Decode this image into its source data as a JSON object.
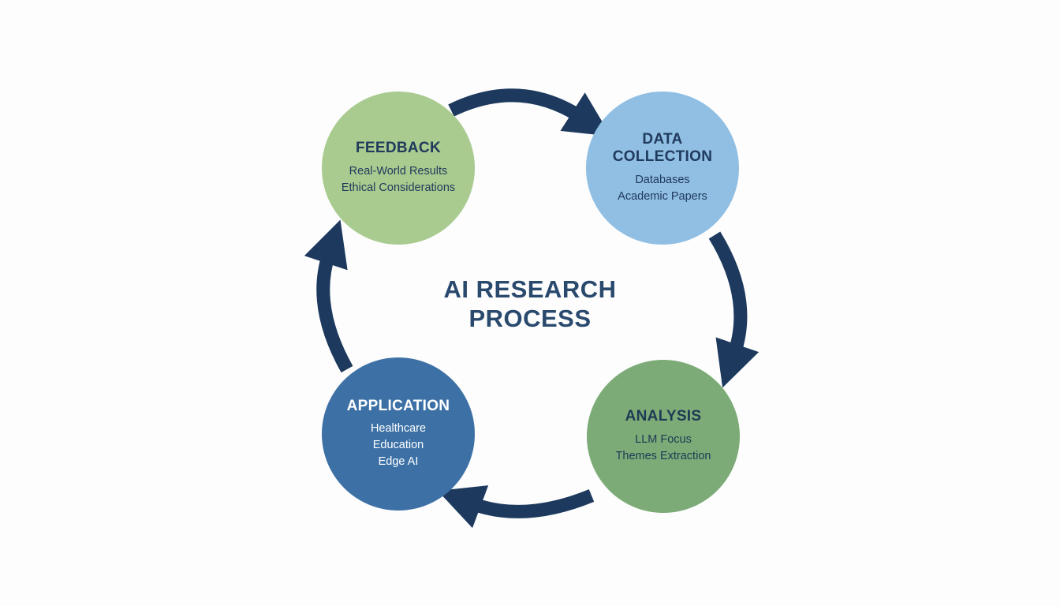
{
  "diagram": {
    "title_line1": "AI RESEARCH",
    "title_line2": "PROCESS"
  },
  "nodes": {
    "feedback": {
      "label": "FEEDBACK",
      "items": [
        "Real-World Results",
        "Ethical Considerations"
      ],
      "color": "#a9cb90",
      "text_color": "#203a5c"
    },
    "data_collection": {
      "label": "DATA COLLECTION",
      "items": [
        "Databases",
        "Academic Papers"
      ],
      "color": "#90bfe3",
      "text_color": "#203a5c"
    },
    "analysis": {
      "label": "ANALYSIS",
      "items": [
        "LLM Focus",
        "Themes Extraction"
      ],
      "color": "#7dab77",
      "text_color": "#1d3a54"
    },
    "application": {
      "label": "APPLICATION",
      "items": [
        "Healthcare",
        "Education",
        "Edge AI"
      ],
      "color": "#3d71a6",
      "text_color": "#ffffff"
    }
  },
  "colors": {
    "arrow": "#1d3a5e",
    "title": "#29496d",
    "background": "#fdfdfe"
  }
}
